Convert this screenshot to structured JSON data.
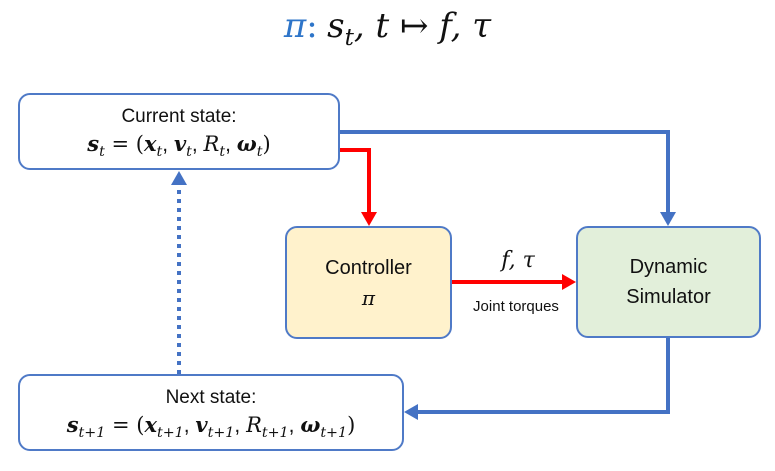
{
  "title": {
    "policy_symbol": "π",
    "colon": ":",
    "state": "s",
    "state_sub": "t",
    "rest": ", t ↦ f, τ"
  },
  "current_state": {
    "label": "Current state:",
    "lhs": "s",
    "lhs_sub": "t",
    "equals": " = (",
    "terms": [
      {
        "sym": "x",
        "sub": "t",
        "bold": true
      },
      {
        "sym": "v",
        "sub": "t",
        "bold": true
      },
      {
        "sym": "R",
        "sub": "t",
        "bold": false
      },
      {
        "sym": "ω",
        "sub": "t",
        "bold": true
      }
    ],
    "close": ")"
  },
  "controller": {
    "label": "Controller",
    "symbol": "π"
  },
  "simulator": {
    "line1": "Dynamic",
    "line2": "Simulator"
  },
  "edge_control": {
    "math": "f, τ",
    "caption": "Joint torques"
  },
  "next_state": {
    "label": "Next state:",
    "lhs": "s",
    "lhs_sub": "t+1",
    "equals": " = (",
    "terms": [
      {
        "sym": "x",
        "sub": "t+1",
        "bold": true
      },
      {
        "sym": "v",
        "sub": "t+1",
        "bold": true
      },
      {
        "sym": "R",
        "sub": "t+1",
        "bold": false
      },
      {
        "sym": "ω",
        "sub": "t+1",
        "bold": true
      }
    ],
    "close": ")"
  },
  "colors": {
    "blue_arrow": "#4472C4",
    "red_arrow": "#FF0000",
    "box_border": "#4F7AC7",
    "controller_fill": "#FFF2CC",
    "simulator_fill": "#E2EFDA",
    "policy_symbol": "#2E75C9"
  },
  "edges": [
    {
      "from": "current_state",
      "to": "controller",
      "style": "solid",
      "color": "red"
    },
    {
      "from": "current_state",
      "to": "simulator",
      "style": "solid",
      "color": "blue"
    },
    {
      "from": "controller",
      "to": "simulator",
      "style": "solid",
      "color": "red"
    },
    {
      "from": "simulator",
      "to": "next_state",
      "style": "solid",
      "color": "blue"
    },
    {
      "from": "next_state",
      "to": "current_state",
      "style": "dotted",
      "color": "blue"
    }
  ]
}
